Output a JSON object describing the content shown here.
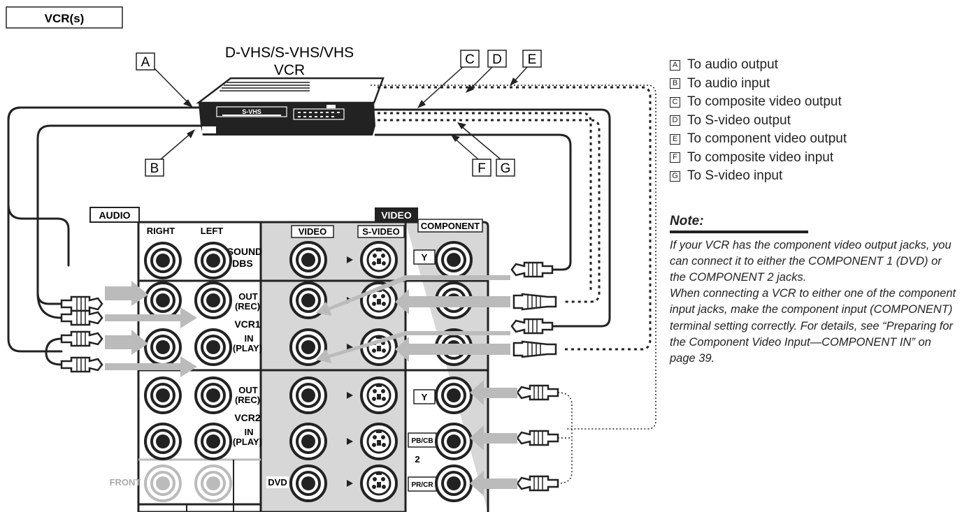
{
  "header": {
    "title": "VCR(s)"
  },
  "device": {
    "name_line1": "D-VHS/S-VHS/VHS",
    "name_line2": "VCR",
    "badge": "S-VHS"
  },
  "callouts": {
    "a": "A",
    "b": "B",
    "c": "C",
    "d": "D",
    "e": "E",
    "f": "F",
    "g": "G"
  },
  "panel": {
    "audio_header": "AUDIO",
    "video_header": "VIDEO",
    "col_right": "RIGHT",
    "col_left": "LEFT",
    "col_video": "VIDEO",
    "col_svideo": "S-VIDEO",
    "col_component": "COMPONENT",
    "tv_sound_1": "TV SOUND",
    "tv_sound_2": "/DBS",
    "out": "OUT",
    "rec": "(REC)",
    "vcr1": "VCR1",
    "in": "IN",
    "play": "(PLAY)",
    "vcr2": "VCR2",
    "front": "FRONT",
    "dvd": "DVD",
    "y": "Y",
    "pb": "PB/CB",
    "pr": "PR/CR",
    "comp2": "2"
  },
  "legend": [
    {
      "key": "A",
      "text": "To audio output"
    },
    {
      "key": "B",
      "text": "To audio input"
    },
    {
      "key": "C",
      "text": "To composite video output"
    },
    {
      "key": "D",
      "text": "To S-video output"
    },
    {
      "key": "E",
      "text": "To component video output"
    },
    {
      "key": "F",
      "text": "To composite video input"
    },
    {
      "key": "G",
      "text": "To S-video input"
    }
  ],
  "note": {
    "title": "Note:",
    "p1": "If your VCR has the component video output jacks, you can connect it to either the COMPONENT 1 (DVD) or the COMPONENT 2 jacks.",
    "p2": "When connecting a VCR to either one of the component input jacks, make the component input (COMPONENT) terminal setting correctly. For details, see “Preparing for the Component Video Input—COMPONENT IN” on page 39."
  }
}
